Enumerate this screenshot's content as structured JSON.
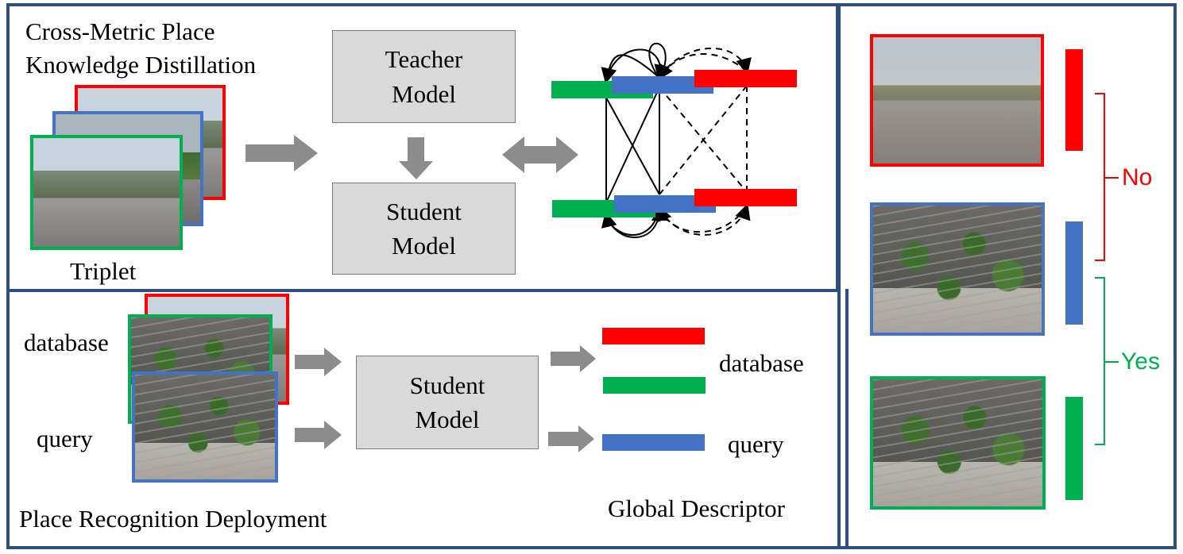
{
  "top_panel": {
    "title_line1": "Cross-Metric Place",
    "title_line2": "Knowledge Distillation",
    "triplet_label": "Triplet",
    "teacher_line1": "Teacher",
    "teacher_line2": "Model",
    "student_line1": "Student",
    "student_line2": "Model"
  },
  "bottom_panel": {
    "database_input_label": "database",
    "query_input_label": "query",
    "student_line1": "Student",
    "student_line2": "Model",
    "database_output_label": "database",
    "query_output_label": "query",
    "global_descriptor_label": "Global Descriptor",
    "footer_title": "Place Recognition Deployment"
  },
  "right_panel": {
    "no_label": "No",
    "yes_label": "Yes"
  },
  "colors": {
    "red": "#ff0000",
    "green": "#00b050",
    "blue": "#4472c4",
    "panel_border": "#2f4f7f",
    "arrow_gray": "#8c8c8c",
    "box_gray": "#d9d9d9"
  }
}
